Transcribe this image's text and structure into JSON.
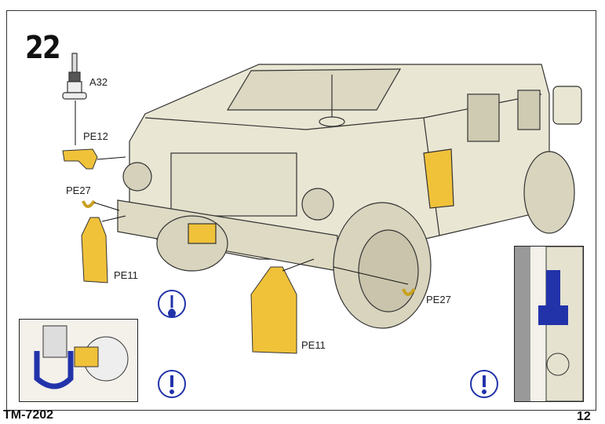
{
  "step_number": "22",
  "parts": {
    "a32": "A32",
    "pe12": "PE12",
    "pe27_left": "PE27",
    "pe11_left": "PE11",
    "pe11_right": "PE11",
    "pe27_right": "PE27"
  },
  "icons": [
    "glue-drop-icon",
    "attention-icon",
    "attention-icon"
  ],
  "colors": {
    "part": "#f0c23a",
    "vehicle": "#e9e6d3",
    "highlight": "#2233aa"
  },
  "footer": {
    "model_code": "TM-7202",
    "page_number": "12"
  }
}
